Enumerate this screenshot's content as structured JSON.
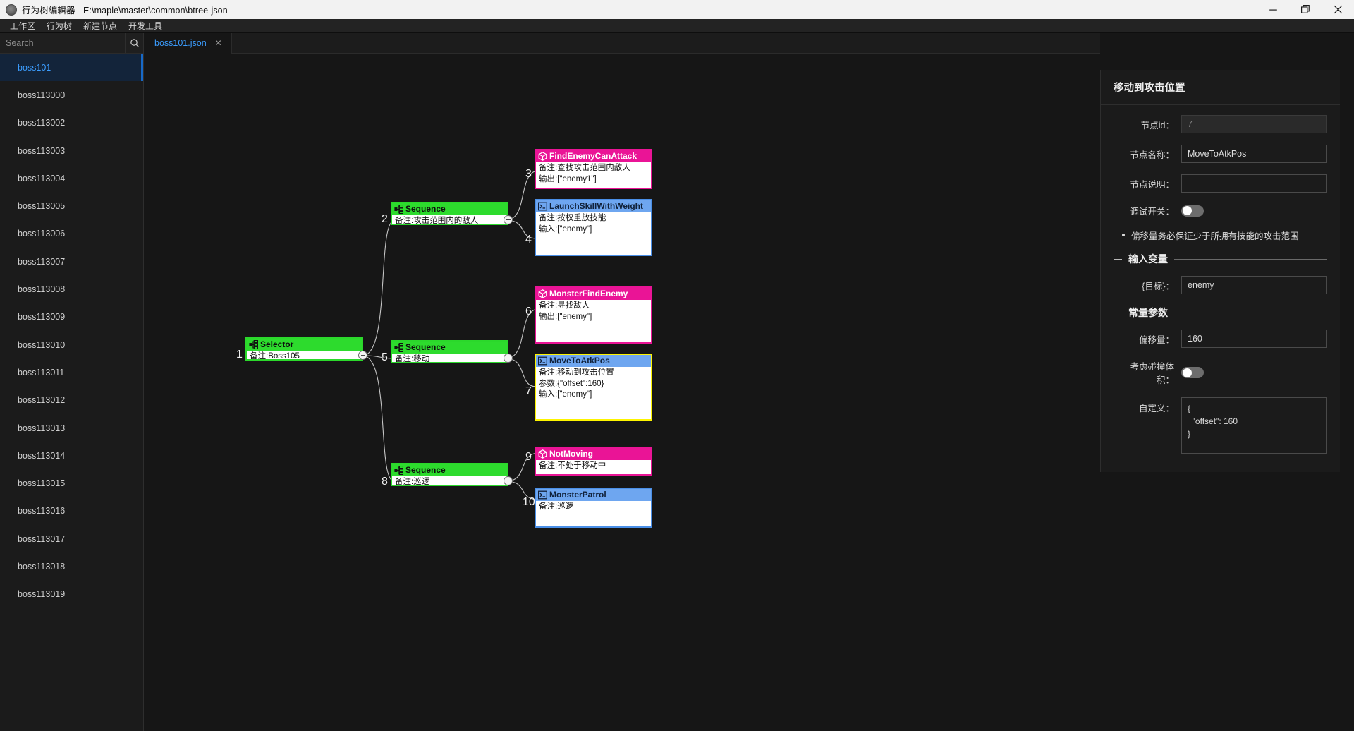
{
  "window": {
    "title": "行为树编辑器 - E:\\maple\\master\\common\\btree-json",
    "app_icon": "app-icon",
    "minimize": "–",
    "maximize": "❐",
    "close": "✕"
  },
  "menubar": {
    "items": [
      {
        "label": "工作区"
      },
      {
        "label": "行为树"
      },
      {
        "label": "新建节点"
      },
      {
        "label": "开发工具"
      }
    ]
  },
  "sidebar": {
    "search": {
      "placeholder": "Search",
      "value": "",
      "icon": "search-icon"
    },
    "items": [
      {
        "label": "boss101",
        "active": true
      },
      {
        "label": "boss113000",
        "active": false
      },
      {
        "label": "boss113002",
        "active": false
      },
      {
        "label": "boss113003",
        "active": false
      },
      {
        "label": "boss113004",
        "active": false
      },
      {
        "label": "boss113005",
        "active": false
      },
      {
        "label": "boss113006",
        "active": false
      },
      {
        "label": "boss113007",
        "active": false
      },
      {
        "label": "boss113008",
        "active": false
      },
      {
        "label": "boss113009",
        "active": false
      },
      {
        "label": "boss113010",
        "active": false
      },
      {
        "label": "boss113011",
        "active": false
      },
      {
        "label": "boss113012",
        "active": false
      },
      {
        "label": "boss113013",
        "active": false
      },
      {
        "label": "boss113014",
        "active": false
      },
      {
        "label": "boss113015",
        "active": false
      },
      {
        "label": "boss113016",
        "active": false
      },
      {
        "label": "boss113017",
        "active": false
      },
      {
        "label": "boss113018",
        "active": false
      },
      {
        "label": "boss113019",
        "active": false
      }
    ]
  },
  "tabs": [
    {
      "label": "boss101.json",
      "close": "✕",
      "active": true
    }
  ],
  "graph": {
    "nodes": [
      {
        "num": "1",
        "type": "Selector",
        "kind": "composite",
        "color": "green",
        "icon": "tree-node-icon",
        "lines": [
          "备注:Boss105"
        ]
      },
      {
        "num": "2",
        "type": "Sequence",
        "kind": "composite",
        "color": "green",
        "icon": "tree-node-icon",
        "lines": [
          "备注:攻击范围内的敌人"
        ]
      },
      {
        "num": "3",
        "type": "FindEnemyCanAttack",
        "kind": "condition",
        "color": "pink",
        "icon": "cube-icon",
        "lines": [
          "备注:查找攻击范围内敌人",
          "输出:[\"enemy1\"]"
        ]
      },
      {
        "num": "4",
        "type": "LaunchSkillWithWeight",
        "kind": "action",
        "color": "blue",
        "icon": "terminal-icon",
        "lines": [
          "备注:按权重放技能",
          "输入:[\"enemy\"]"
        ]
      },
      {
        "num": "5",
        "type": "Sequence",
        "kind": "composite",
        "color": "green",
        "icon": "tree-node-icon",
        "lines": [
          "备注:移动"
        ]
      },
      {
        "num": "6",
        "type": "MonsterFindEnemy",
        "kind": "condition",
        "color": "pink",
        "icon": "cube-icon",
        "lines": [
          "备注:寻找敌人",
          "输出:[\"enemy\"]"
        ]
      },
      {
        "num": "7",
        "type": "MoveToAtkPos",
        "kind": "action",
        "color": "yellow",
        "icon": "terminal-icon",
        "lines": [
          "备注:移动到攻击位置",
          "参数:{\"offset\":160}",
          "输入:[\"enemy\"]"
        ]
      },
      {
        "num": "8",
        "type": "Sequence",
        "kind": "composite",
        "color": "green",
        "icon": "tree-node-icon",
        "lines": [
          "备注:巡逻"
        ]
      },
      {
        "num": "9",
        "type": "NotMoving",
        "kind": "condition",
        "color": "pink",
        "icon": "cube-icon",
        "lines": [
          "备注:不处于移动中"
        ]
      },
      {
        "num": "10",
        "type": "MonsterPatrol",
        "kind": "action",
        "color": "blue",
        "icon": "terminal-icon",
        "lines": [
          "备注:巡逻"
        ]
      }
    ]
  },
  "properties": {
    "header": "移动到攻击位置",
    "node_id": {
      "label": "节点id：",
      "value": "7",
      "readonly": true
    },
    "node_name": {
      "label": "节点名称：",
      "value": "MoveToAtkPos"
    },
    "node_desc": {
      "label": "节点说明：",
      "value": ""
    },
    "debug_switch": {
      "label": "调试开关：",
      "value": "off"
    },
    "tip": "偏移量务必保证少于所拥有技能的攻击范围",
    "section_input": "输入变量",
    "input_target": {
      "label": "{目标}：",
      "value": "enemy"
    },
    "section_const": "常量参数",
    "offset": {
      "label": "偏移量：",
      "value": "160"
    },
    "collision": {
      "label": "考虑碰撞体积：",
      "value": "off"
    },
    "custom": {
      "label": "自定义：",
      "value": "{\n  \"offset\": 160\n}"
    }
  },
  "colors": {
    "accent": "#3b9dff",
    "composite": "#2ddb2d",
    "condition": "#ea1496",
    "action": "#6ea6f0",
    "selected": "#fdf400"
  }
}
